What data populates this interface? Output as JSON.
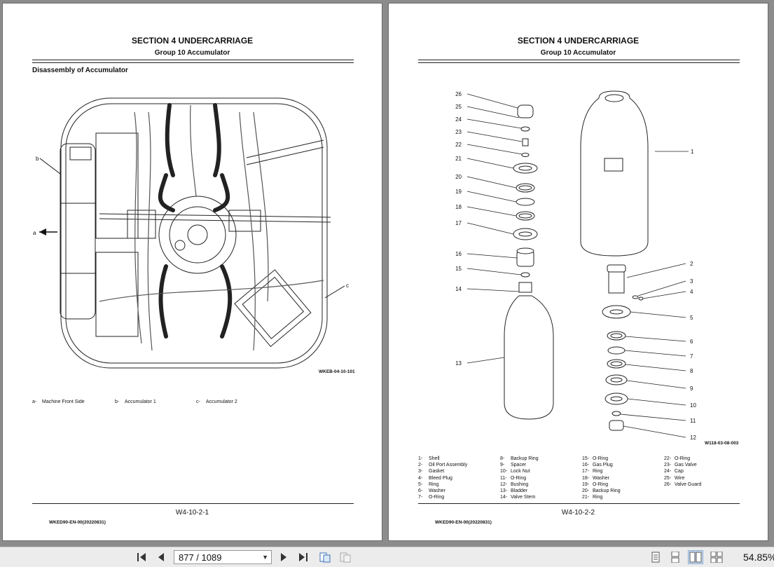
{
  "left_page": {
    "section_title": "SECTION 4 UNDERCARRIAGE",
    "group_title": "Group 10 Accumulator",
    "subtitle": "Disassembly of Accumulator",
    "figure_id": "WKEB-04-10-101",
    "callouts": {
      "a": "a",
      "b": "b",
      "c": "c"
    },
    "captions": [
      {
        "num": "a-",
        "text": "Machine Front Side"
      },
      {
        "num": "b-",
        "text": "Accumulator 1"
      },
      {
        "num": "c-",
        "text": "Accumulator 2"
      }
    ],
    "page_number": "W4-10-2-1",
    "doc_id": "WKED90-EN-00(20220831)"
  },
  "right_page": {
    "section_title": "SECTION 4 UNDERCARRIAGE",
    "group_title": "Group 10 Accumulator",
    "figure_id": "W118-03-08-003",
    "callout_numbers": [
      "26",
      "25",
      "24",
      "23",
      "22",
      "21",
      "20",
      "19",
      "18",
      "17",
      "16",
      "15",
      "14",
      "13",
      "1",
      "2",
      "3",
      "4",
      "5",
      "6",
      "7",
      "8",
      "9",
      "10",
      "11",
      "12"
    ],
    "legend": [
      [
        {
          "num": "1-",
          "text": "Shell"
        },
        {
          "num": "2-",
          "text": "Oil Port Assembly"
        },
        {
          "num": "3-",
          "text": "Gasket"
        },
        {
          "num": "4-",
          "text": "Bleed Plug"
        },
        {
          "num": "5-",
          "text": "Ring"
        },
        {
          "num": "6-",
          "text": "Washer"
        },
        {
          "num": "7-",
          "text": "O-Ring"
        }
      ],
      [
        {
          "num": "8-",
          "text": "Backup Ring"
        },
        {
          "num": "9-",
          "text": "Spacer"
        },
        {
          "num": "10-",
          "text": "Lock Nut"
        },
        {
          "num": "11-",
          "text": "O-Ring"
        },
        {
          "num": "12-",
          "text": "Bushing"
        },
        {
          "num": "13-",
          "text": "Bladder"
        },
        {
          "num": "14-",
          "text": "Valve Stem"
        }
      ],
      [
        {
          "num": "15-",
          "text": "O-Ring"
        },
        {
          "num": "16-",
          "text": "Gas Plug"
        },
        {
          "num": "17-",
          "text": "Ring"
        },
        {
          "num": "18-",
          "text": "Washer"
        },
        {
          "num": "19-",
          "text": "O-Ring"
        },
        {
          "num": "20-",
          "text": "Backup Ring"
        },
        {
          "num": "21-",
          "text": "Ring"
        }
      ],
      [
        {
          "num": "22-",
          "text": "O-Ring"
        },
        {
          "num": "23-",
          "text": "Gas Valve"
        },
        {
          "num": "24-",
          "text": "Cap"
        },
        {
          "num": "25-",
          "text": "Wire"
        },
        {
          "num": "26-",
          "text": "Valve Guard"
        }
      ]
    ],
    "page_number": "W4-10-2-2",
    "doc_id": "WKED90-EN-00(20220831)"
  },
  "toolbar": {
    "page_indicator": "877 / 1089",
    "zoom": "54.85%",
    "icons": [
      "first-page-icon",
      "prev-page-icon",
      "next-page-icon",
      "last-page-icon",
      "rotate-icon",
      "fit-icon",
      "single-page-icon",
      "continuous-icon",
      "two-page-icon",
      "two-page-continuous-icon"
    ]
  }
}
